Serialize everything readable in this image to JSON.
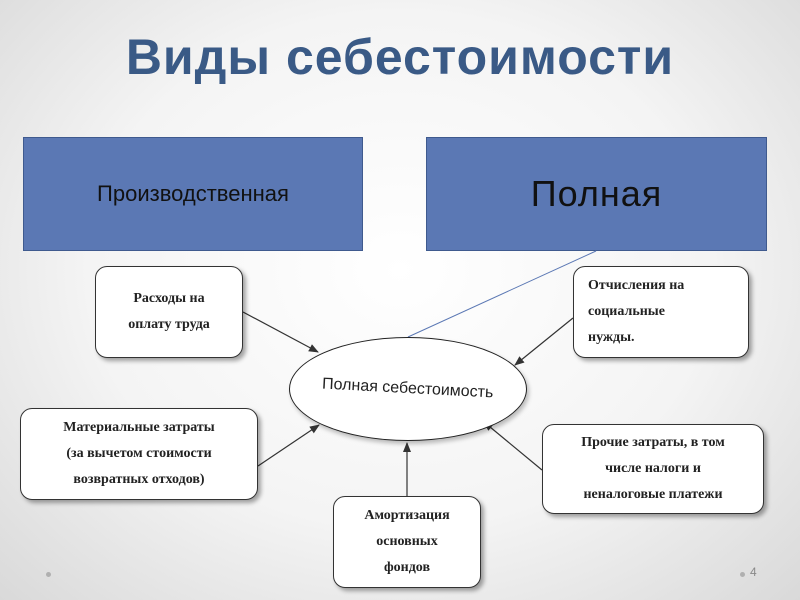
{
  "title": "Виды себестоимости",
  "header_boxes": {
    "production": "Производственная",
    "full": "Полная"
  },
  "center": "Полная себестоимость",
  "nodes": {
    "labor": "Расходы на\nоплату труда",
    "social": "Отчисления на\nсоциальные\nнужды.",
    "material": "Материальные затраты\n(за вычетом стоимости\nвозвратных отходов)",
    "other": "Прочие затраты, в том\nчисле налоги и\nненалоговые платежи",
    "amortization": "Амортизация\nосновных\nфондов"
  },
  "page_number": "4",
  "colors": {
    "title": "#3a5a86",
    "header_fill": "#5b78b4",
    "connector_blue": "#5b78b4"
  }
}
